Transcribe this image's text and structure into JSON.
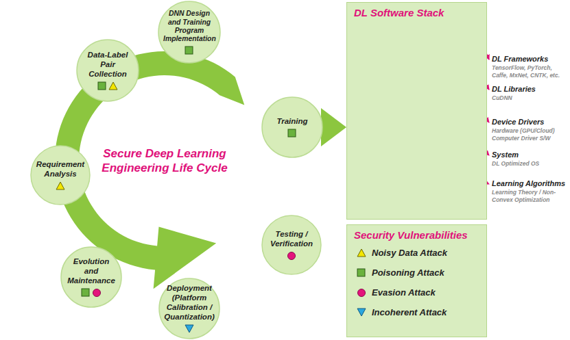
{
  "diagram": {
    "nodes": [
      {
        "text": [
          "DNN Design and Training Program Implementation"
        ]
      },
      {
        "text": [
          "Data-Label Pair Collection"
        ]
      },
      {
        "text": [
          "Training"
        ]
      },
      {
        "text": [
          "Requirement Analysis"
        ]
      },
      {
        "text": [
          "Testing / Verification"
        ]
      },
      {
        "text": [
          "Evolution and Maintenance"
        ]
      },
      {
        "text": [
          "Deployment (Platform Calibration / Quantization)"
        ]
      },
      {
        "text": [
          "DL Software Stack"
        ]
      },
      {
        "text": [
          "Security Vulnerabilities"
        ]
      }
    ],
    "edges": [
      {
        "from": 2,
        "to": 7,
        "arrow": "to"
      }
    ],
    "labels": [
      "Secure Deep Learning Engineering Life Cycle",
      "DL Frameworks",
      "TensorFlow, PyTorch, Caffe, MxNet, CNTK, etc.",
      "DL Libraries",
      "CuDNN",
      "Device Drivers",
      "Hardware (GPU/Cloud) Computer Driver S/W",
      "System",
      "DL Optimized OS",
      "Learning Algorithms",
      "Learning Theory / Non-Convex Optimization"
    ],
    "legend": [
      {
        "text": "Noisy Data Attack"
      },
      {
        "text": "Poisoning Attack"
      },
      {
        "text": "Evasion Attack"
      },
      {
        "text": "Incoherent Attack"
      }
    ]
  }
}
